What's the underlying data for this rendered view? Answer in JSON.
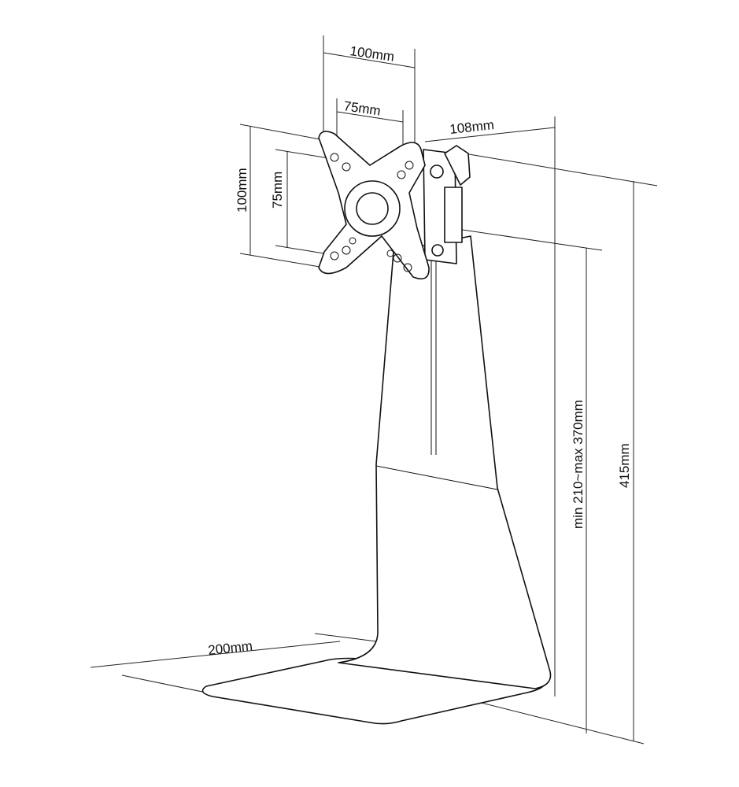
{
  "diagram": {
    "labels": {
      "vesa_width_outer": "100mm",
      "vesa_width_inner": "75mm",
      "depth": "108mm",
      "vesa_height_outer": "100mm",
      "vesa_height_inner": "75mm",
      "height_range": "min 210~max 370mm",
      "total_height": "415mm",
      "base_depth": "200mm"
    },
    "colors": {
      "line": "#111111",
      "background": "#ffffff"
    }
  }
}
